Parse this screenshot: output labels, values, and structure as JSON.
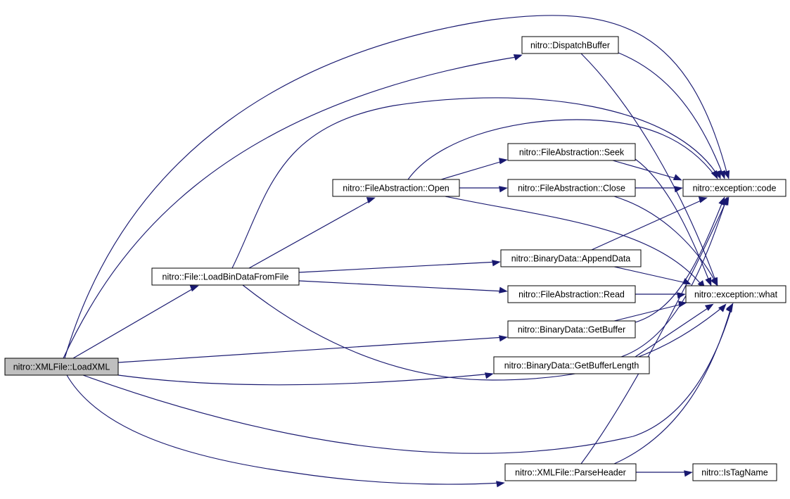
{
  "colors": {
    "edge": "#191970",
    "node_border": "#000000",
    "node_fill": "#ffffff",
    "root_fill": "#bfbfbf"
  },
  "nodes": [
    {
      "id": "loadxml",
      "label": "nitro::XMLFile::LoadXML",
      "root": true
    },
    {
      "id": "loadbin",
      "label": "nitro::File::LoadBinDataFromFile"
    },
    {
      "id": "open",
      "label": "nitro::FileAbstraction::Open"
    },
    {
      "id": "dispatch",
      "label": "nitro::DispatchBuffer"
    },
    {
      "id": "seek",
      "label": "nitro::FileAbstraction::Seek"
    },
    {
      "id": "close",
      "label": "nitro::FileAbstraction::Close"
    },
    {
      "id": "append",
      "label": "nitro::BinaryData::AppendData"
    },
    {
      "id": "read",
      "label": "nitro::FileAbstraction::Read"
    },
    {
      "id": "getbuffer",
      "label": "nitro::BinaryData::GetBuffer"
    },
    {
      "id": "getbuflen",
      "label": "nitro::BinaryData::GetBufferLength"
    },
    {
      "id": "parseheader",
      "label": "nitro::XMLFile::ParseHeader"
    },
    {
      "id": "code",
      "label": "nitro::exception::code"
    },
    {
      "id": "what",
      "label": "nitro::exception::what"
    },
    {
      "id": "istag",
      "label": "nitro::IsTagName"
    }
  ],
  "edges": [
    [
      "loadxml",
      "dispatch"
    ],
    [
      "loadxml",
      "code"
    ],
    [
      "loadxml",
      "loadbin"
    ],
    [
      "loadxml",
      "getbuffer"
    ],
    [
      "loadxml",
      "getbuflen"
    ],
    [
      "loadxml",
      "what"
    ],
    [
      "loadxml",
      "parseheader"
    ],
    [
      "loadbin",
      "open"
    ],
    [
      "loadbin",
      "code"
    ],
    [
      "loadbin",
      "append"
    ],
    [
      "loadbin",
      "read"
    ],
    [
      "loadbin",
      "what"
    ],
    [
      "open",
      "seek"
    ],
    [
      "open",
      "close"
    ],
    [
      "open",
      "code"
    ],
    [
      "open",
      "what"
    ],
    [
      "dispatch",
      "code"
    ],
    [
      "dispatch",
      "what"
    ],
    [
      "seek",
      "code"
    ],
    [
      "seek",
      "what"
    ],
    [
      "close",
      "code"
    ],
    [
      "close",
      "what"
    ],
    [
      "append",
      "code"
    ],
    [
      "append",
      "what"
    ],
    [
      "read",
      "what"
    ],
    [
      "getbuffer",
      "code"
    ],
    [
      "getbuffer",
      "what"
    ],
    [
      "getbuflen",
      "code"
    ],
    [
      "getbuflen",
      "what"
    ],
    [
      "parseheader",
      "istag"
    ],
    [
      "parseheader",
      "code"
    ],
    [
      "parseheader",
      "what"
    ]
  ]
}
